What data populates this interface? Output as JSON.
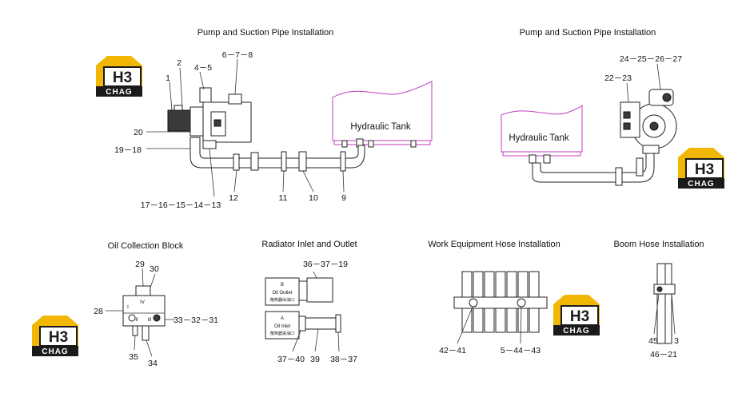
{
  "titles": {
    "pump_left": "Pump and Suction Pipe Installation",
    "pump_right": "Pump and Suction Pipe Installation",
    "oil_block": "Oil Collection Block",
    "radiator": "Radiator Inlet and Outlet",
    "work_hose": "Work Equipment Hose Installation",
    "boom_hose": "Boom Hose Installation"
  },
  "tank_labels": {
    "left": "Hydraulic Tank",
    "right": "Hydraulic Tank"
  },
  "logos": [
    {
      "top": "H3",
      "bottom": "CHAG"
    },
    {
      "top": "H3",
      "bottom": "CHAG"
    },
    {
      "top": "H3",
      "bottom": "CHAG"
    },
    {
      "top": "H3",
      "bottom": "CHAG"
    }
  ],
  "callouts_pump_left": [
    "1",
    "2",
    "4－5",
    "6－7－8",
    "20",
    "19－18",
    "17－16－15－14－13",
    "12",
    "11",
    "10",
    "9"
  ],
  "callouts_pump_right": [
    "24－25－26－27",
    "22－23"
  ],
  "callouts_oil_block": [
    "29",
    "30",
    "28",
    "33－32－31",
    "35",
    "34"
  ],
  "oil_block_marks": [
    "IV",
    "I",
    "III",
    "II"
  ],
  "callouts_radiator": [
    "36－37－19",
    "37－40",
    "39",
    "38－37"
  ],
  "radiator_plates": {
    "outlet": {
      "letter": "B",
      "en": "Oil Outlet",
      "cn": "散热器出油口"
    },
    "inlet": {
      "letter": "A",
      "en": "Oil Inlet",
      "cn": "散热器进油口"
    }
  },
  "callouts_work_hose": [
    "42－41",
    "5－44－43"
  ],
  "callouts_boom_hose": [
    "45",
    "3",
    "46－21"
  ],
  "colors": {
    "logo_yellow": "#f2b705",
    "logo_dark": "#1a1a1a",
    "tank_outline": "#c03cc0",
    "line": "#222222"
  }
}
